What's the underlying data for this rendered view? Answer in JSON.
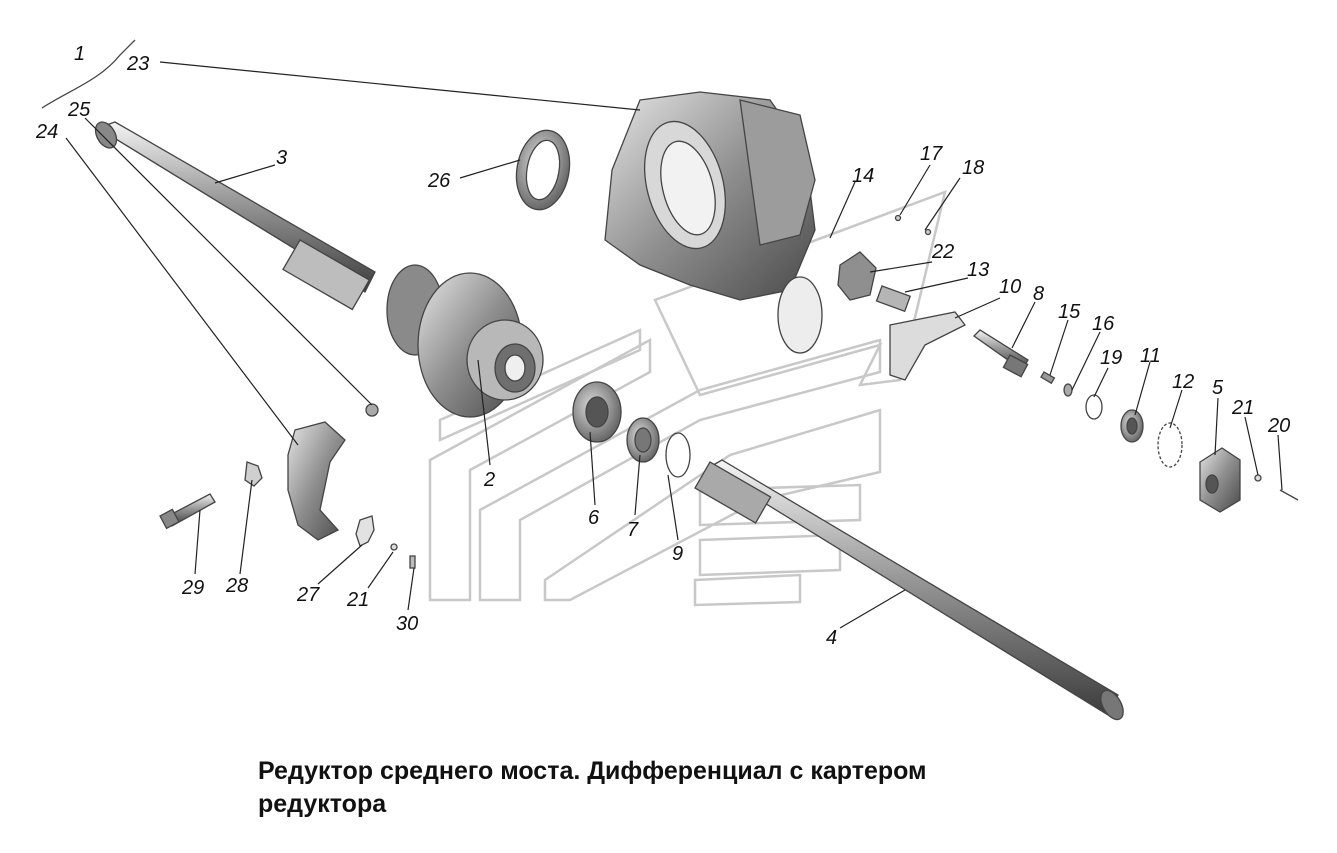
{
  "caption": {
    "line1": "Редуктор среднего моста. Дифференциал с картером",
    "line2": "редуктора"
  },
  "callouts": {
    "n1": "1",
    "n2": "2",
    "n3": "3",
    "n4": "4",
    "n5": "5",
    "n6": "6",
    "n7": "7",
    "n8": "8",
    "n9": "9",
    "n10": "10",
    "n11": "11",
    "n12": "12",
    "n13": "13",
    "n14": "14",
    "n15": "15",
    "n16": "16",
    "n17": "17",
    "n18": "18",
    "n19": "19",
    "n20": "20",
    "n21a": "21",
    "n21b": "21",
    "n22": "22",
    "n23": "23",
    "n24": "24",
    "n25": "25",
    "n26": "26",
    "n27": "27",
    "n28": "28",
    "n29": "29",
    "n30": "30"
  }
}
